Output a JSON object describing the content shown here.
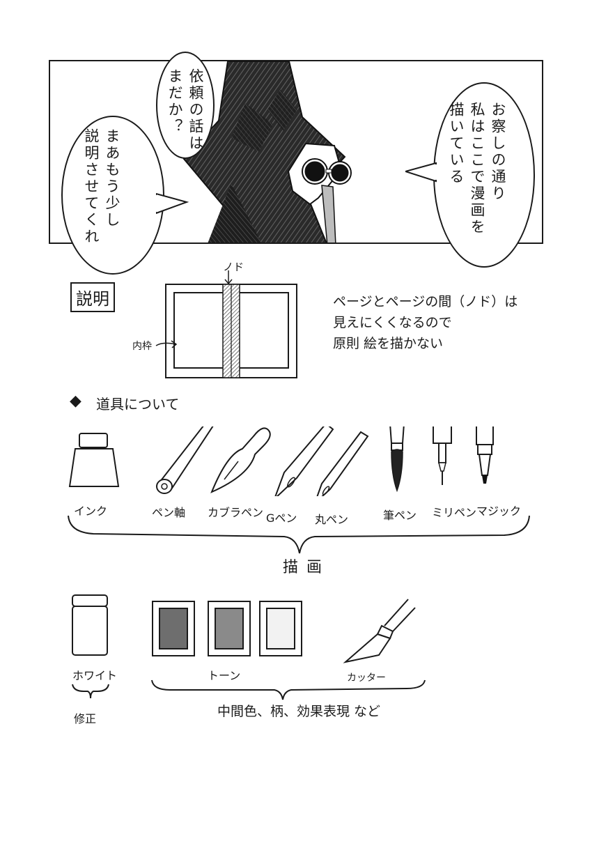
{
  "panel": {
    "bubbles": [
      {
        "id": "left-lower",
        "lines": [
          "まあもう少し",
          "説明させてくれ"
        ]
      },
      {
        "id": "left-upper",
        "lines": [
          "依頼の話は",
          "まだか？"
        ]
      },
      {
        "id": "right",
        "lines": [
          "お察しの通り",
          "私はここで漫画を",
          "描いている"
        ]
      }
    ]
  },
  "explanation": {
    "heading": "説明",
    "gutter_label": "ノド",
    "inner_frame_label": "内枠",
    "description": [
      "ページとページの間（ノド）は",
      "見えにくくなるので",
      "原則 絵を描かない"
    ]
  },
  "tools": {
    "section_marker": "◆",
    "section_title": "道具について",
    "drawing_tools": [
      {
        "icon": "ink-bottle-icon",
        "label": "インク"
      },
      {
        "icon": "pen-holder-icon",
        "label": "ペン軸"
      },
      {
        "icon": "kabura-pen-icon",
        "label": "カブラペン"
      },
      {
        "icon": "g-pen-icon",
        "label": "Gペン"
      },
      {
        "icon": "maru-pen-icon",
        "label": "丸ペン"
      },
      {
        "icon": "brush-pen-icon",
        "label": "筆ペン"
      },
      {
        "icon": "milli-pen-icon",
        "label": "ミリペン"
      },
      {
        "icon": "marker-icon",
        "label": "マジック"
      }
    ],
    "drawing_group_label": "描画",
    "correction_tool": {
      "icon": "white-bottle-icon",
      "label": "ホワイト"
    },
    "correction_group_label": "修正",
    "tone_label": "トーン",
    "cutter_label": "カッター",
    "tone_group_label": "中間色、柄、効果表現 など",
    "tone_colors": [
      "#6e6e6e",
      "#8a8a8a",
      "#f2f2f2"
    ]
  }
}
